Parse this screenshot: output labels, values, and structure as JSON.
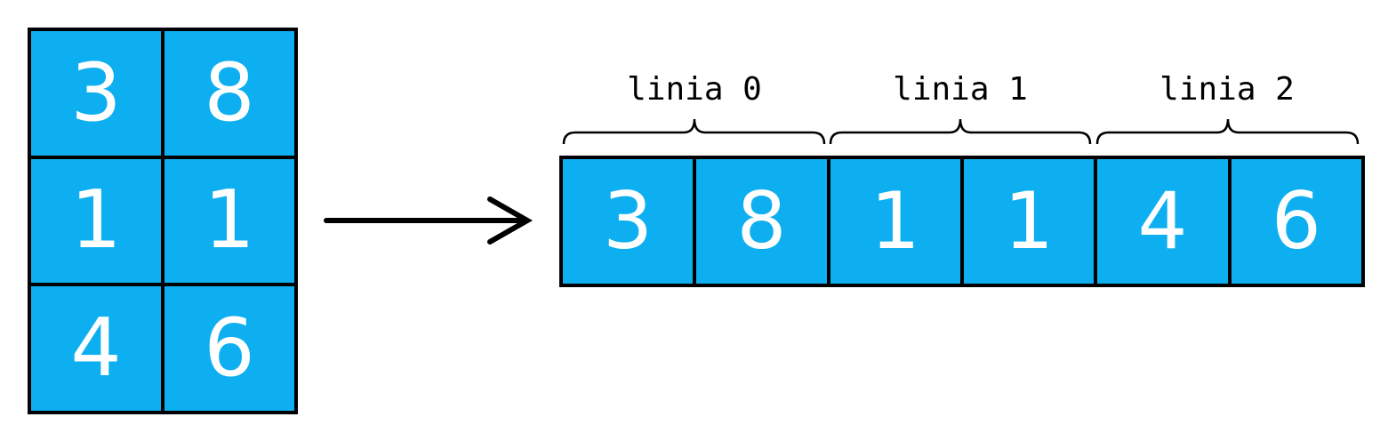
{
  "matrix": {
    "rows": [
      [
        "3",
        "8"
      ],
      [
        "1",
        "1"
      ],
      [
        "4",
        "6"
      ]
    ]
  },
  "array": {
    "values": [
      "3",
      "8",
      "1",
      "1",
      "4",
      "6"
    ]
  },
  "row_labels": [
    "linia 0",
    "linia 1",
    "linia 2"
  ],
  "colors": {
    "cell_fill": "#0eaff0",
    "cell_text": "#ffffff",
    "border": "#000000"
  },
  "icons": [
    "right-arrow-icon",
    "curly-brace-icon"
  ]
}
